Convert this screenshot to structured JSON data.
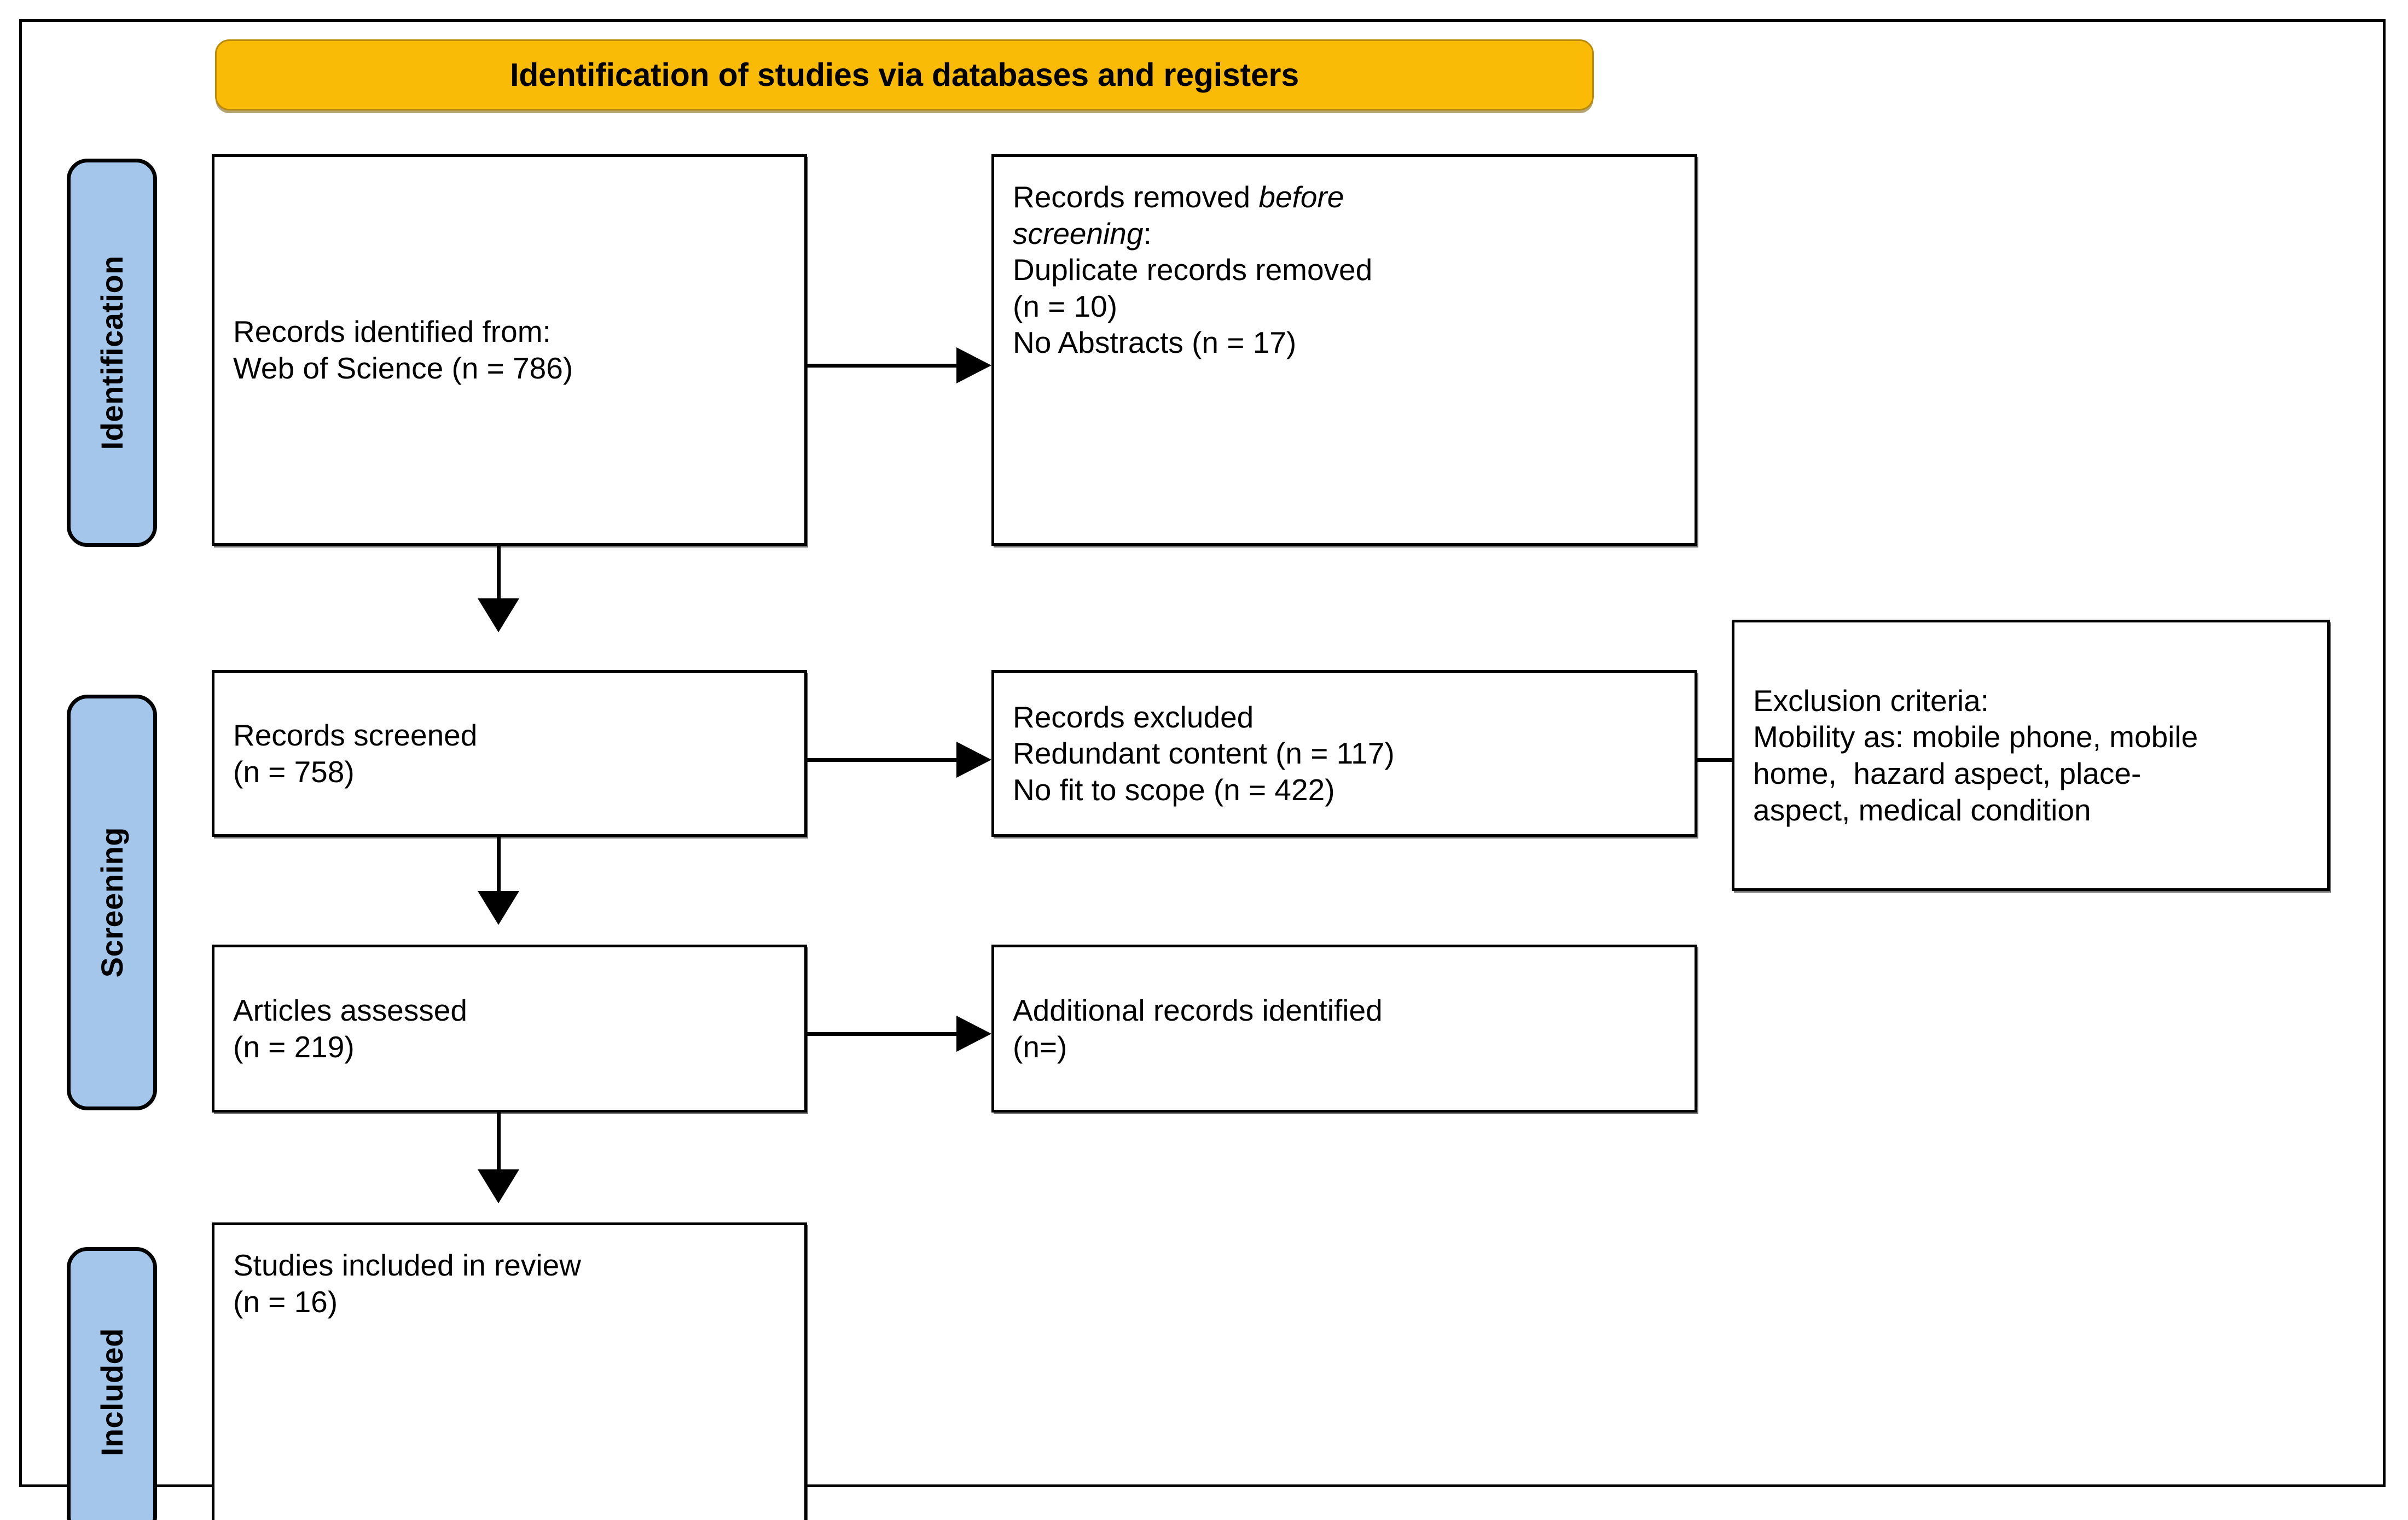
{
  "diagram": {
    "title": "Identification of studies via databases and registers",
    "colors": {
      "banner_fill": "#FABB07",
      "banner_border": "#B98A05",
      "stage_label_fill": "#A3C6EA",
      "box_fill": "#FFFFFF",
      "line": "#000000"
    }
  },
  "stages": [
    {
      "id": "identification",
      "label": "Identification"
    },
    {
      "id": "screening",
      "label": "Screening"
    },
    {
      "id": "included",
      "label": "Included"
    }
  ],
  "boxes": {
    "identified": {
      "line1": "Records identified from:",
      "line2": "Web of Science (n = 786)"
    },
    "removed": {
      "line1_pre": "Records removed ",
      "line1_italic": "before",
      "line2_italic": "screening",
      "line2_post": ":",
      "line3": "Duplicate records removed",
      "line4": "(n = 10)",
      "line5": "No Abstracts (n = 17)"
    },
    "screened": {
      "line1": "Records screened",
      "line2": "(n = 758)"
    },
    "excluded": {
      "line1": "Records excluded",
      "line2": "Redundant content (n = 117)",
      "line3": "No fit to scope (n = 422)"
    },
    "criteria": {
      "line1": "Exclusion criteria:",
      "line2": "Mobility as: mobile phone, mobile",
      "line3": "home,  hazard aspect, place-",
      "line4": "aspect, medical condition"
    },
    "assessed": {
      "line1": "Articles assessed",
      "line2": "(n = 219)"
    },
    "additional": {
      "line1": "Additional records identified",
      "line2": "(n=)"
    },
    "included": {
      "line1": "Studies included in review",
      "line2": "(n = 16)"
    }
  },
  "chart_data": {
    "type": "diagram",
    "title": "Identification of studies via databases and registers",
    "nodes": [
      {
        "id": "identified",
        "stage": "Identification",
        "label": "Records identified from: Web of Science",
        "n": 786
      },
      {
        "id": "removed",
        "stage": "Identification",
        "label": "Records removed before screening: Duplicate records removed; No Abstracts",
        "n": [
          10,
          17
        ]
      },
      {
        "id": "screened",
        "stage": "Screening",
        "label": "Records screened",
        "n": 758
      },
      {
        "id": "excluded",
        "stage": "Screening",
        "label": "Records excluded: Redundant content; No fit to scope",
        "n": [
          117,
          422
        ]
      },
      {
        "id": "criteria",
        "stage": "Screening",
        "label": "Exclusion criteria: Mobility as: mobile phone, mobile home, hazard aspect, place-aspect, medical condition",
        "n": null
      },
      {
        "id": "assessed",
        "stage": "Screening",
        "label": "Articles assessed",
        "n": 219
      },
      {
        "id": "additional",
        "stage": "Screening",
        "label": "Additional records identified",
        "n": null
      },
      {
        "id": "included",
        "stage": "Included",
        "label": "Studies included in review",
        "n": 16
      }
    ],
    "edges": [
      {
        "from": "identified",
        "to": "removed",
        "type": "arrow-right"
      },
      {
        "from": "identified",
        "to": "screened",
        "type": "arrow-down"
      },
      {
        "from": "screened",
        "to": "excluded",
        "type": "arrow-right"
      },
      {
        "from": "excluded",
        "to": "criteria",
        "type": "line-right"
      },
      {
        "from": "screened",
        "to": "assessed",
        "type": "arrow-down"
      },
      {
        "from": "assessed",
        "to": "additional",
        "type": "arrow-right"
      },
      {
        "from": "assessed",
        "to": "included",
        "type": "arrow-down"
      }
    ]
  }
}
